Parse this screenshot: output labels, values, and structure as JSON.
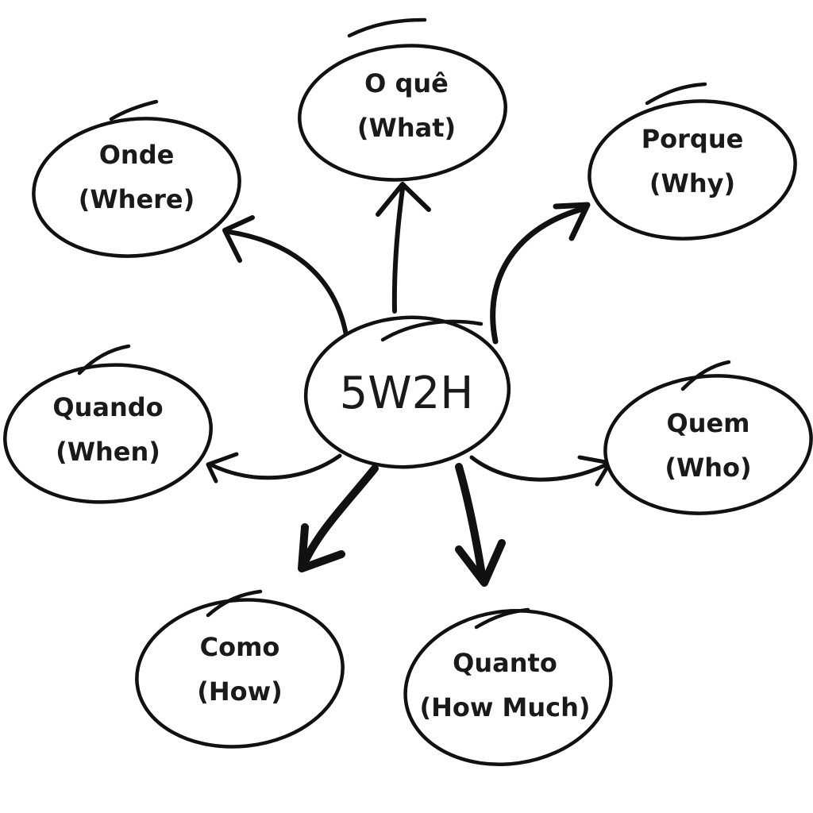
{
  "center": {
    "label": "5W2H"
  },
  "nodes": [
    {
      "id": "what",
      "line1": "O quê",
      "line2": "(What)"
    },
    {
      "id": "where",
      "line1": "Onde",
      "line2": "(Where)"
    },
    {
      "id": "why",
      "line1": "Porque",
      "line2": "(Why)"
    },
    {
      "id": "when",
      "line1": "Quando",
      "line2": "(When)"
    },
    {
      "id": "who",
      "line1": "Quem",
      "line2": "(Who)"
    },
    {
      "id": "how",
      "line1": "Como",
      "line2": "(How)"
    },
    {
      "id": "howmuch",
      "line1": "Quanto",
      "line2": "(How Much)"
    }
  ],
  "colors": {
    "ink": "#111111",
    "background": "#ffffff"
  }
}
